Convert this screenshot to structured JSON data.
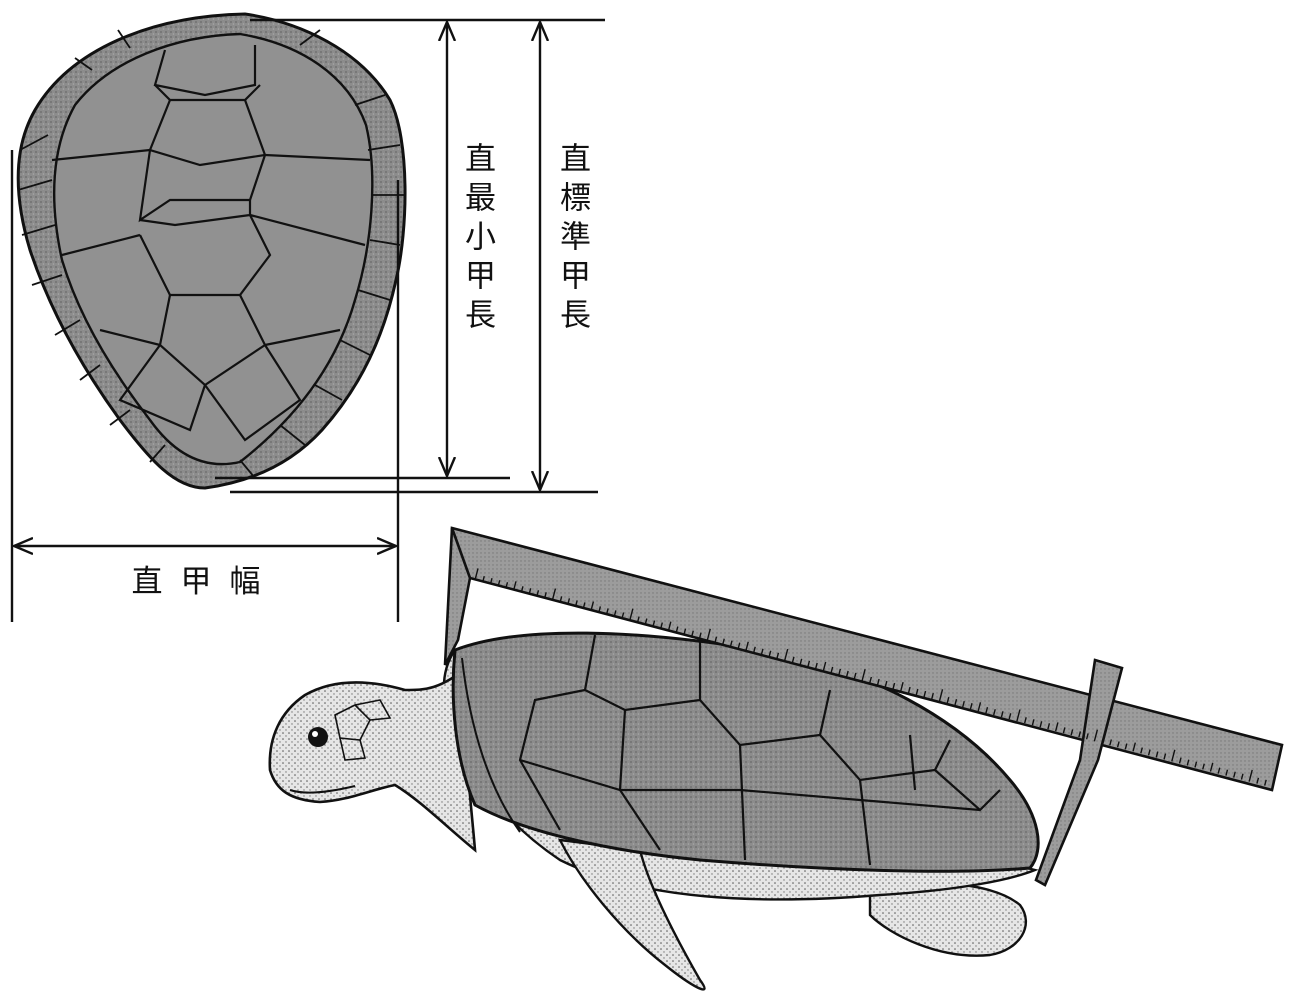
{
  "labels": {
    "min_straight_carapace_length": "直最小甲長",
    "standard_straight_carapace_length": "直標準甲長",
    "straight_carapace_width": "直甲幅"
  },
  "colors": {
    "ink": "#111111",
    "shell_fill": "#8f8f8f",
    "shell_light": "#b4b4b4",
    "skin_fill": "#e2e2e2",
    "caliper_fill": "#9a9a9a",
    "background": "#ffffff"
  }
}
